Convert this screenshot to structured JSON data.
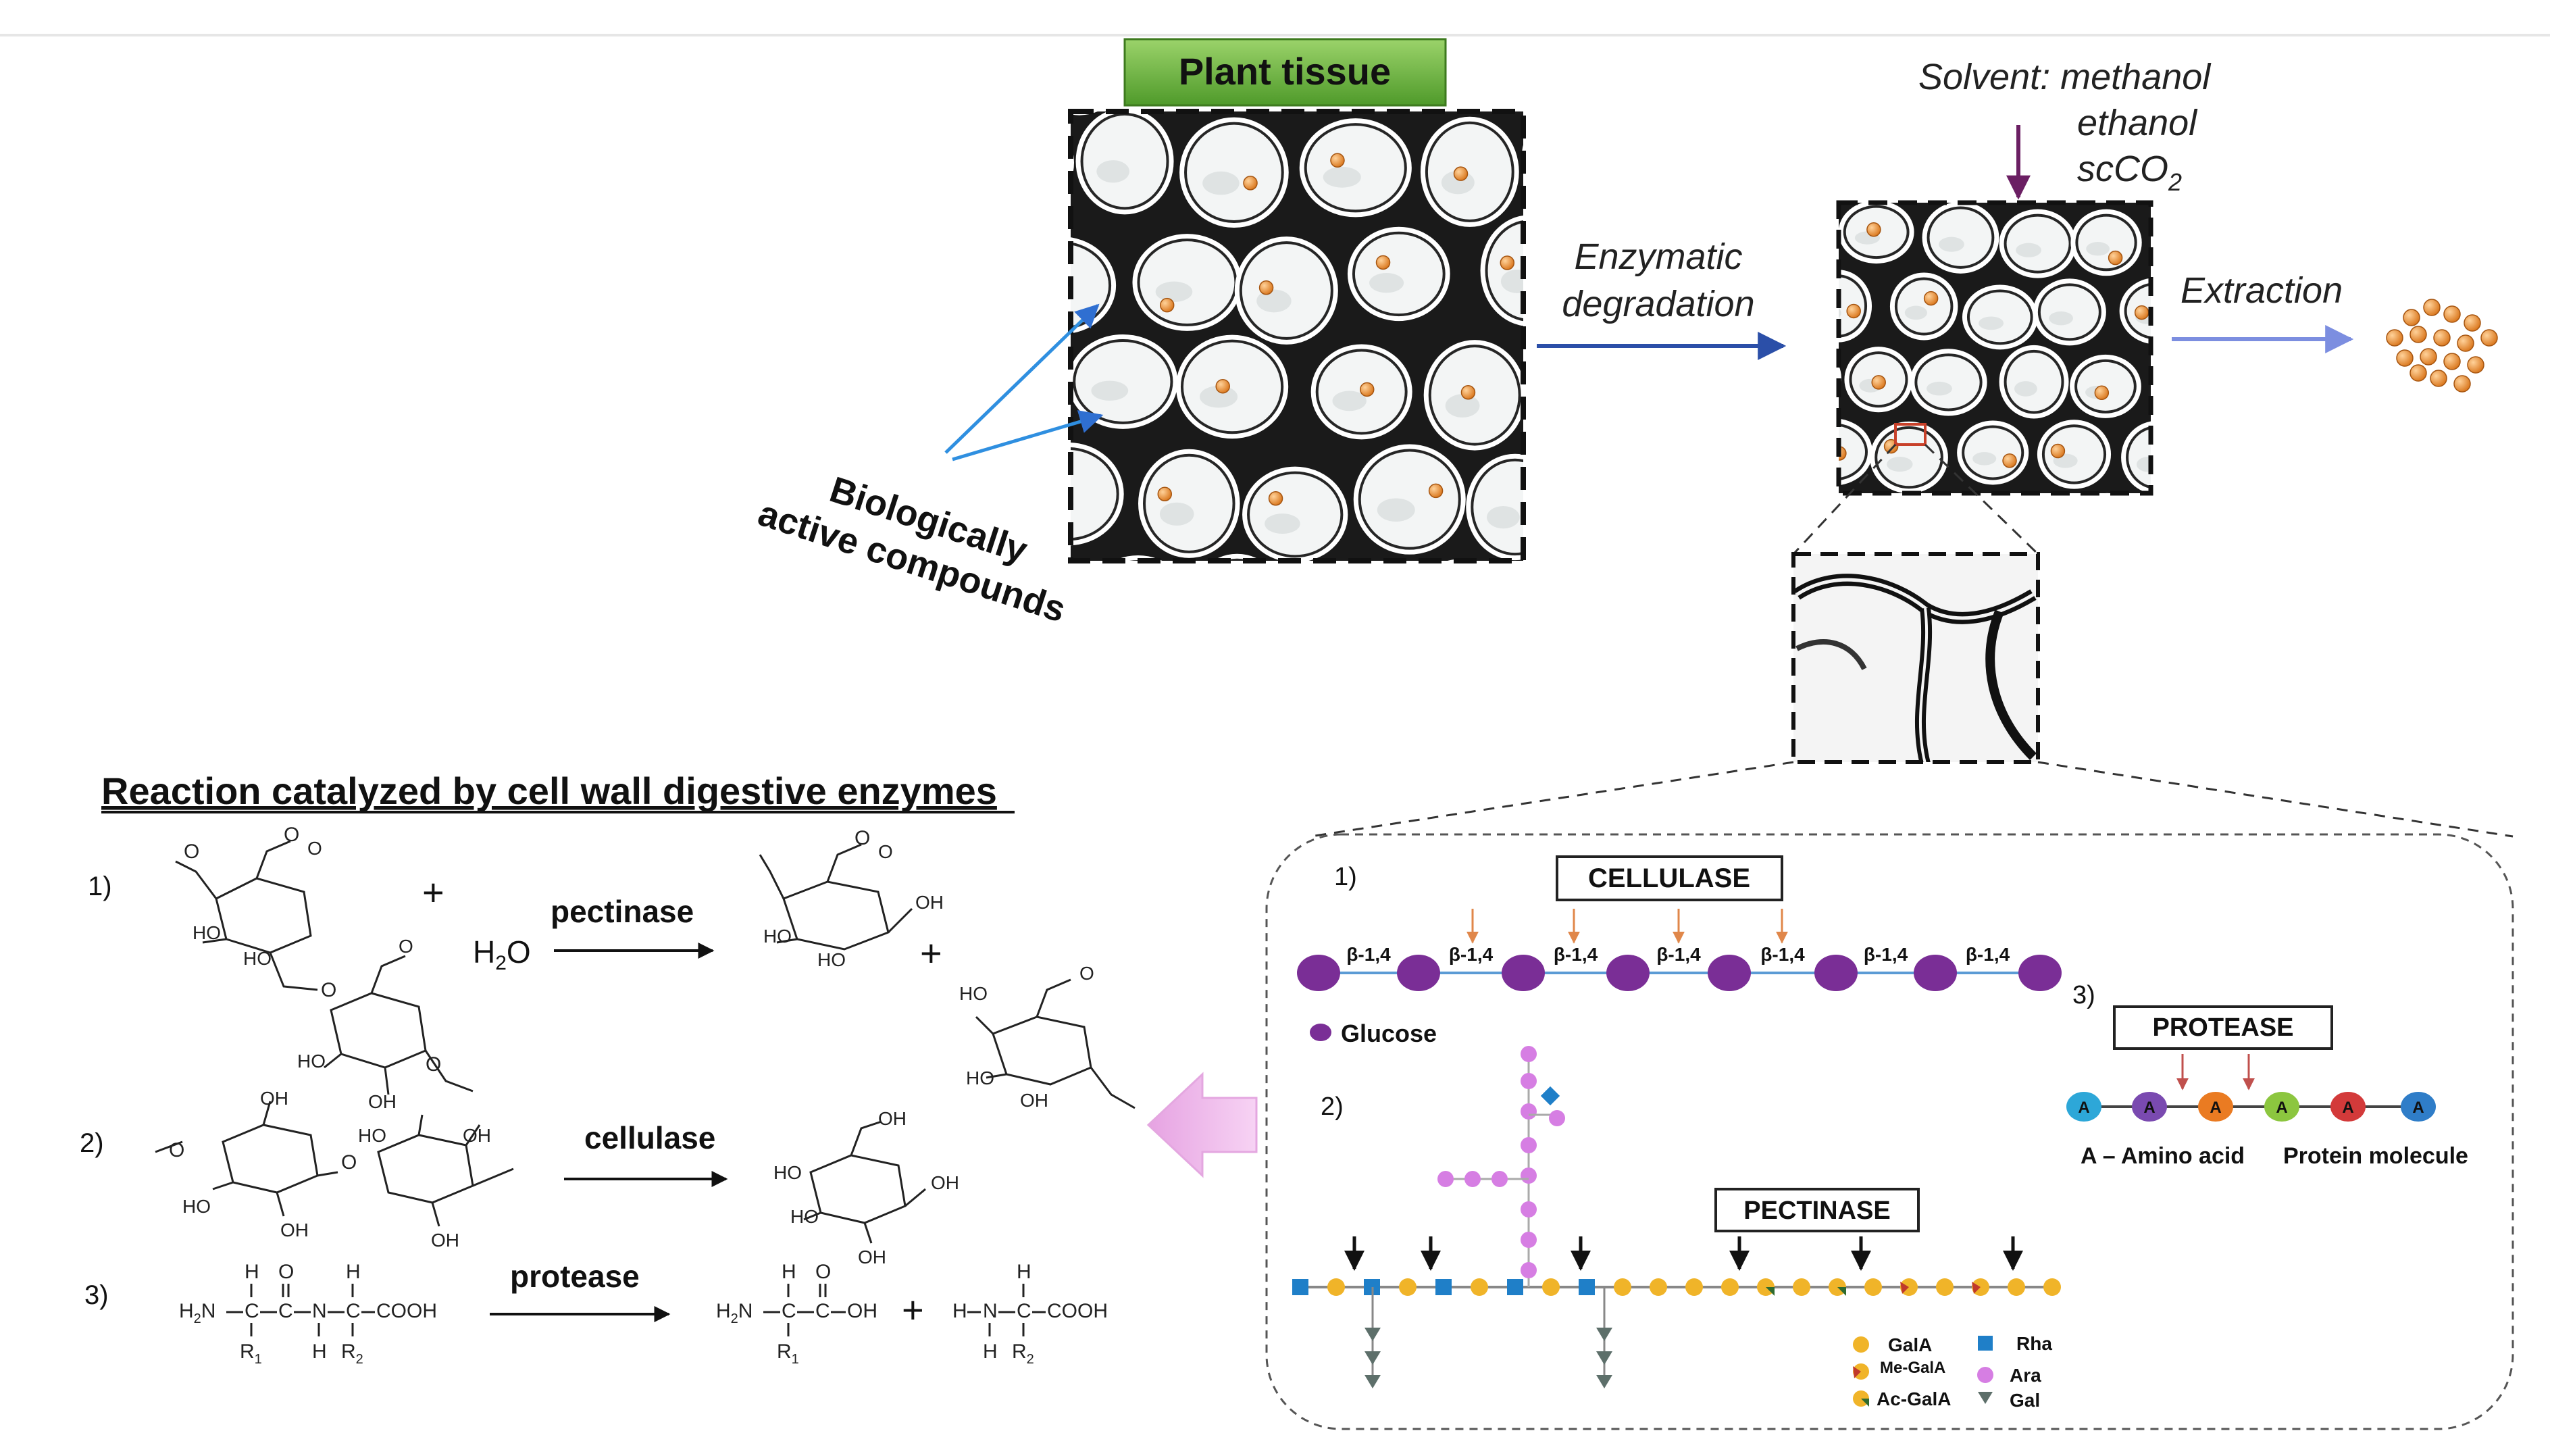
{
  "top": {
    "plant_tissue_label": "Plant tissue",
    "solvent_prefix": "Solvent:",
    "solvents": [
      "methanol",
      "ethanol",
      "scCO"
    ],
    "solvent_subscript": "2",
    "enzymatic_line1": "Enzymatic",
    "enzymatic_line2": "degradation",
    "extraction_label": "Extraction",
    "bio_line1": "Biologically",
    "bio_line2": "active compounds"
  },
  "reactions": {
    "title": "Reaction catalyzed by cell wall digestive enzymes",
    "numbers": [
      "1)",
      "2)",
      "3)"
    ],
    "enzymes": [
      "pectinase",
      "cellulase",
      "protease"
    ],
    "water": "H",
    "water_sub": "2",
    "water_o": "O",
    "plus": "+",
    "chem_labels": {
      "oh": "OH",
      "ho": "HO",
      "o_minus": "O",
      "o": "O",
      "h": "H",
      "h2n": "H",
      "n2": "N",
      "c": "C",
      "n": "N",
      "cooh": "COOH",
      "r": "R",
      "r1": "1",
      "r2": "2"
    }
  },
  "enzyme_panel": {
    "numbers": [
      "1)",
      "2)",
      "3)"
    ],
    "cellulase_label": "CELLULASE",
    "pectinase_label": "PECTINASE",
    "protease_label": "PROTEASE",
    "bond_label": "β-1,4",
    "glucose_label": "Glucose",
    "amino_letter": "A",
    "amino_acid_caption": "A – Amino acid",
    "protein_caption": "Protein molecule",
    "legend": [
      "GalA",
      "Me-GalA",
      "Ac-GalA",
      "Rha",
      "Ara",
      "Gal"
    ]
  },
  "colors": {
    "plant_tissue_green": "#6aaf3a",
    "compound_orange": "#e08a2a",
    "glucose_purple": "#7a2e96",
    "gala_yellow": "#f0b429",
    "rha_blue": "#1f7fc8",
    "ara_pink": "#d67ee3",
    "gal_grey": "#5d6f6a",
    "big_arrow_pink": "#f1b6ee"
  }
}
